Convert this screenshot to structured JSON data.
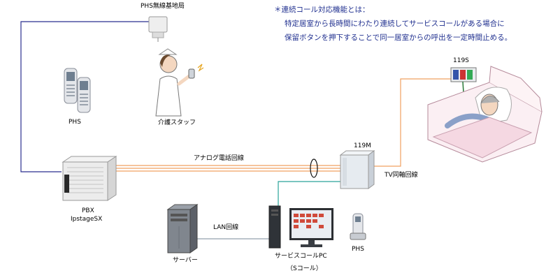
{
  "note": {
    "line1": "＊連続コール対応機能とは：",
    "line2": "特定居室から長時間にわたり連続してサービスコールがある場合に",
    "line3": "保留ボタンを押下することで同一居室からの呼出を一定時間止める。"
  },
  "labels": {
    "base_station": "PHS無線基地局",
    "phs_left": "PHS",
    "staff": "介護スタッフ",
    "pbx_line1": "PBX",
    "pbx_line2": "IpstageSX",
    "analog_line": "アナログ電話回線",
    "unit_119m": "119M",
    "tv_line": "TV同軸回線",
    "unit_119s": "119S",
    "lan_line": "LAN回線",
    "server": "サーバー",
    "service_pc": "サービスコールPC",
    "s_call": "（Sコール）",
    "phs_right": "PHS"
  },
  "colors": {
    "note_text": "#1f2f8f",
    "pbx_base_link": "#2b2f8f",
    "analog_line": "#f0a060",
    "tv_line": "#f0a060",
    "pc_link": "#2aa39a",
    "lan_line": "#7a8a9a"
  }
}
